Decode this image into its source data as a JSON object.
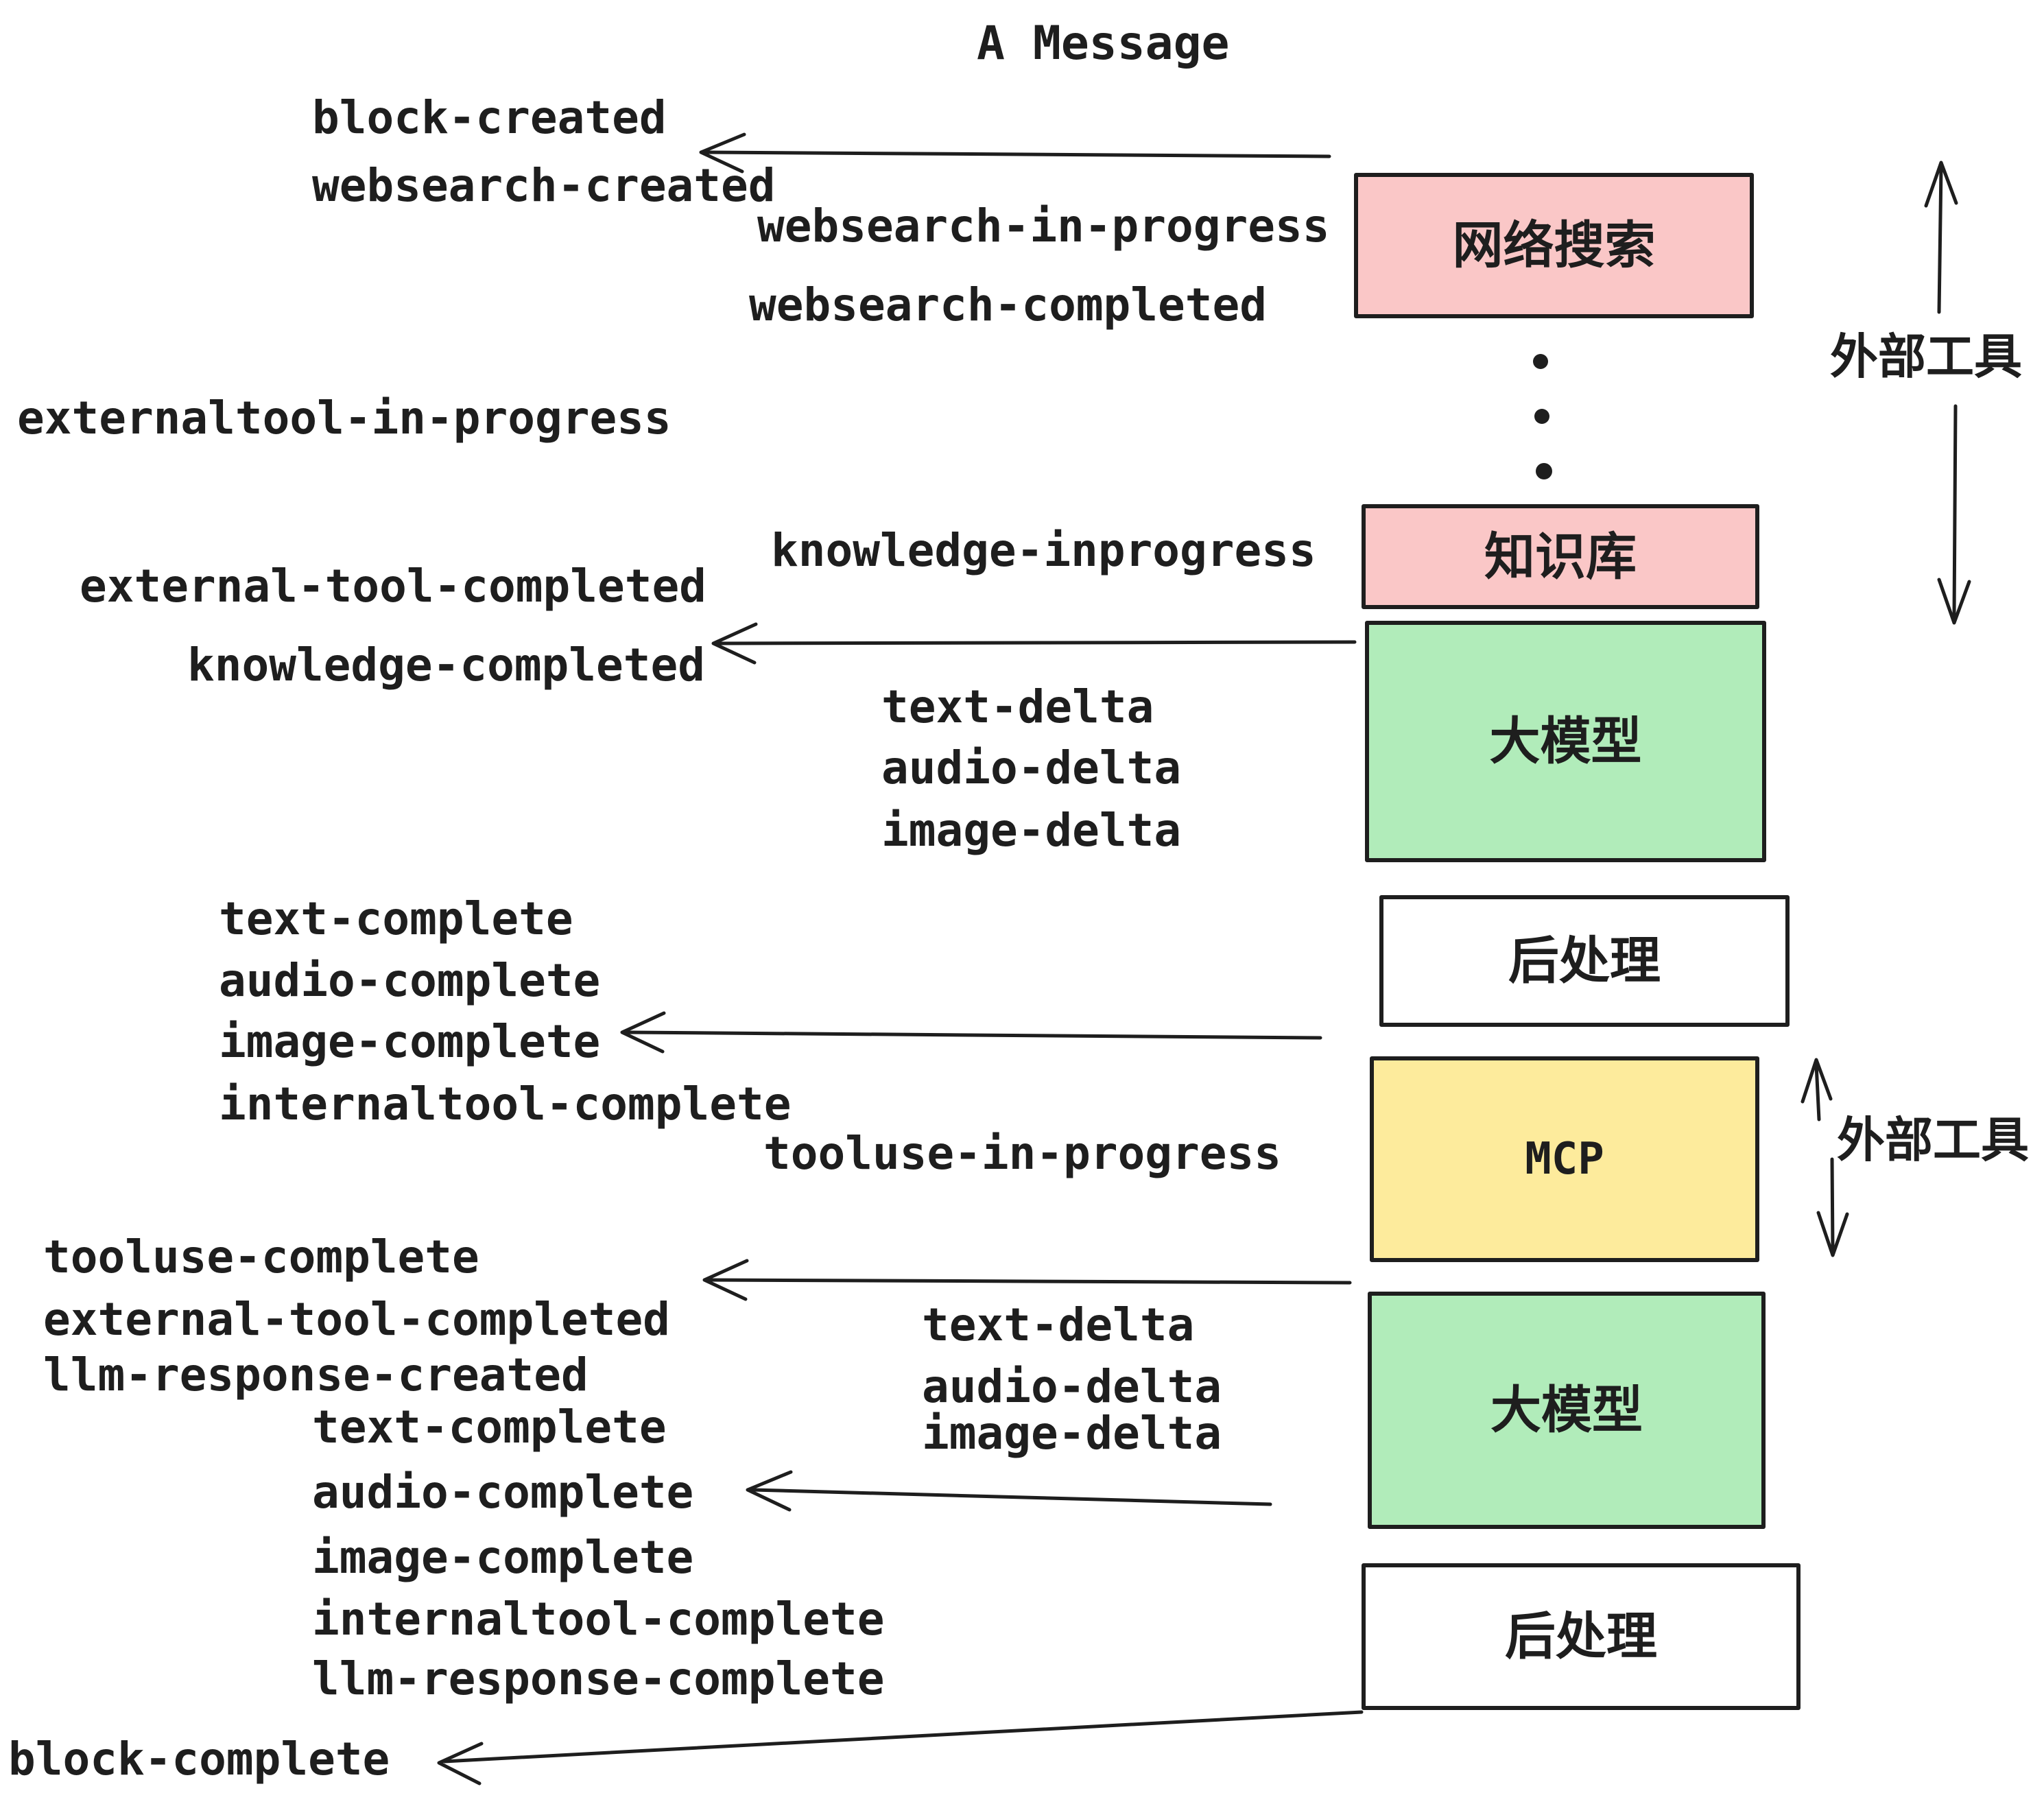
{
  "title": "A Message",
  "events": {
    "block_created": "block-created",
    "websearch_created": "websearch-created",
    "websearch_in_progress": "websearch-in-progress",
    "websearch_completed": "websearch-completed",
    "externaltool_in_progress": "externaltool-in-progress",
    "knowledge_inprogress": "knowledge-inprogress",
    "external_tool_completed": "external-tool-completed",
    "knowledge_completed": "knowledge-completed",
    "text_delta": "text-delta",
    "audio_delta": "audio-delta",
    "image_delta": "image-delta",
    "text_complete": "text-complete",
    "audio_complete": "audio-complete",
    "image_complete": "image-complete",
    "internaltool_complete": "internaltool-complete",
    "tooluse_in_progress": "tooluse-in-progress",
    "tooluse_complete": "tooluse-complete",
    "llm_response_created": "llm-response-created",
    "llm_response_complete": "llm-response-complete",
    "block_complete": "block-complete"
  },
  "boxes": [
    {
      "id": "websearch",
      "label": "网络搜索",
      "fill": "#fac7c7"
    },
    {
      "id": "knowledge",
      "label": "知识库",
      "fill": "#fac7c7"
    },
    {
      "id": "llm-1",
      "label": "大模型",
      "fill": "#b1ecba"
    },
    {
      "id": "postprocess-1",
      "label": "后处理",
      "fill": "#ffffff"
    },
    {
      "id": "mcp",
      "label": "MCP",
      "fill": "#fdeb9c"
    },
    {
      "id": "llm-2",
      "label": "大模型",
      "fill": "#b1ecba"
    },
    {
      "id": "postprocess-2",
      "label": "后处理",
      "fill": "#ffffff"
    }
  ],
  "side_labels": {
    "external_tools_top": "外部工具",
    "external_tools_bottom": "外部工具"
  },
  "colors": {
    "pink": "#fac7c7",
    "green": "#b1ecba",
    "yellow": "#fdeb9c",
    "white": "#ffffff",
    "ink": "#1e1e1e"
  }
}
